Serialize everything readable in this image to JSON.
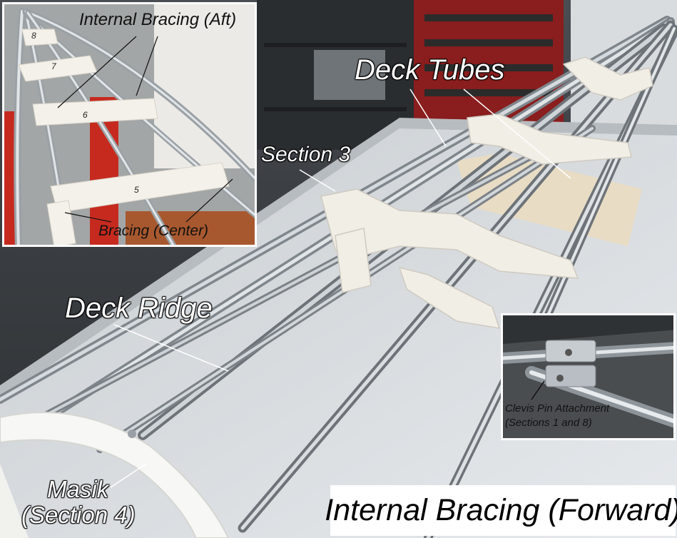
{
  "labels": {
    "deck_tubes": "Deck Tubes",
    "section_3": "Section 3",
    "deck_ridge": "Deck Ridge",
    "masik_line1": "Masik",
    "masik_line2": "(Section 4)",
    "internal_bracing_aft": "Internal Bracing (Aft)",
    "bracing_center": "Bracing (Center)",
    "clevis_line1": "Clevis Pin Attachment",
    "clevis_line2": "(Sections 1 and 8)"
  },
  "inset_numbers": [
    "8",
    "7",
    "6",
    "5"
  ],
  "title": "Internal Bracing (Forward)"
}
